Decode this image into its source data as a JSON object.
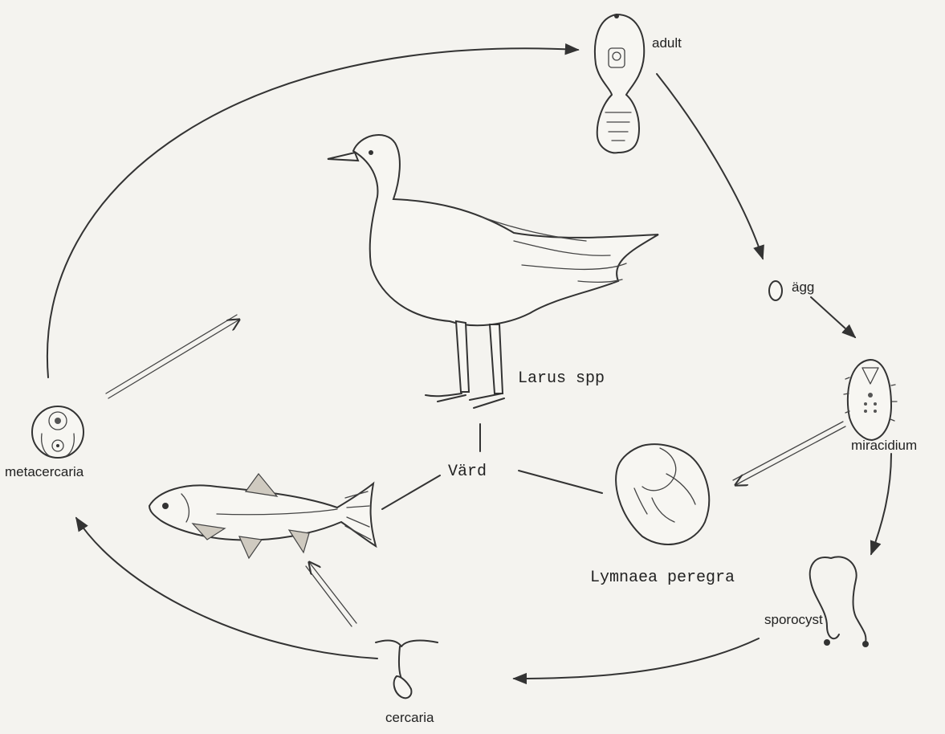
{
  "labels": {
    "adult": "adult",
    "egg": "ägg",
    "miracidium": "miracidium",
    "sporocyst": "sporocyst",
    "cercaria": "cercaria",
    "metacercaria": "metacercaria",
    "bird": "Larus spp",
    "host": "Värd",
    "snail": "Lymnaea peregra"
  }
}
